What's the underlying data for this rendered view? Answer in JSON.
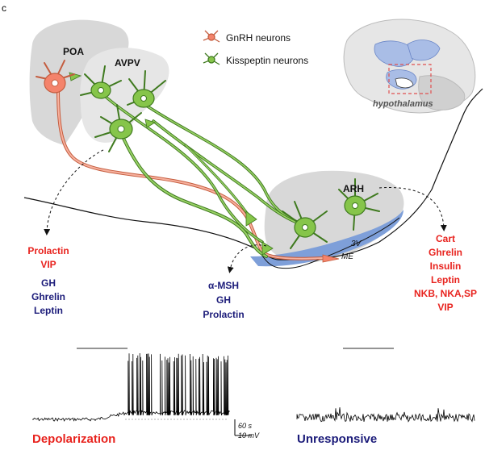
{
  "panel_letter": "c",
  "regions": {
    "poa": "POA",
    "avpv": "AVPV",
    "arh": "ARH",
    "third_ventricle": "3V",
    "median_eminence": "ME",
    "brain_inset": "hypothalamus"
  },
  "legend": {
    "gnrh": "GnRH  neurons",
    "kisspeptin": "Kisspeptin neurons"
  },
  "left_factors": {
    "red": [
      "Prolactin",
      "VIP"
    ],
    "navy": [
      "GH",
      "Ghrelin",
      "Leptin"
    ]
  },
  "middle_factors": {
    "navy": [
      "α-MSH",
      "GH",
      "Prolactin"
    ]
  },
  "right_factors": {
    "red": [
      "Cart",
      "Ghrelin",
      "Insulin",
      "Leptin",
      "NKB, NKA,SP",
      "VIP"
    ]
  },
  "traces": {
    "left_label": "Depolarization",
    "right_label": "Unresponsive",
    "scale_time": "60 s",
    "scale_voltage": "10 mV"
  },
  "colors": {
    "gnrh": "#f4836b",
    "kisspeptin": "#86c54a",
    "red_text": "#e8231e",
    "navy_text": "#1c1c7a",
    "ventricle": "#7e9fd9"
  }
}
